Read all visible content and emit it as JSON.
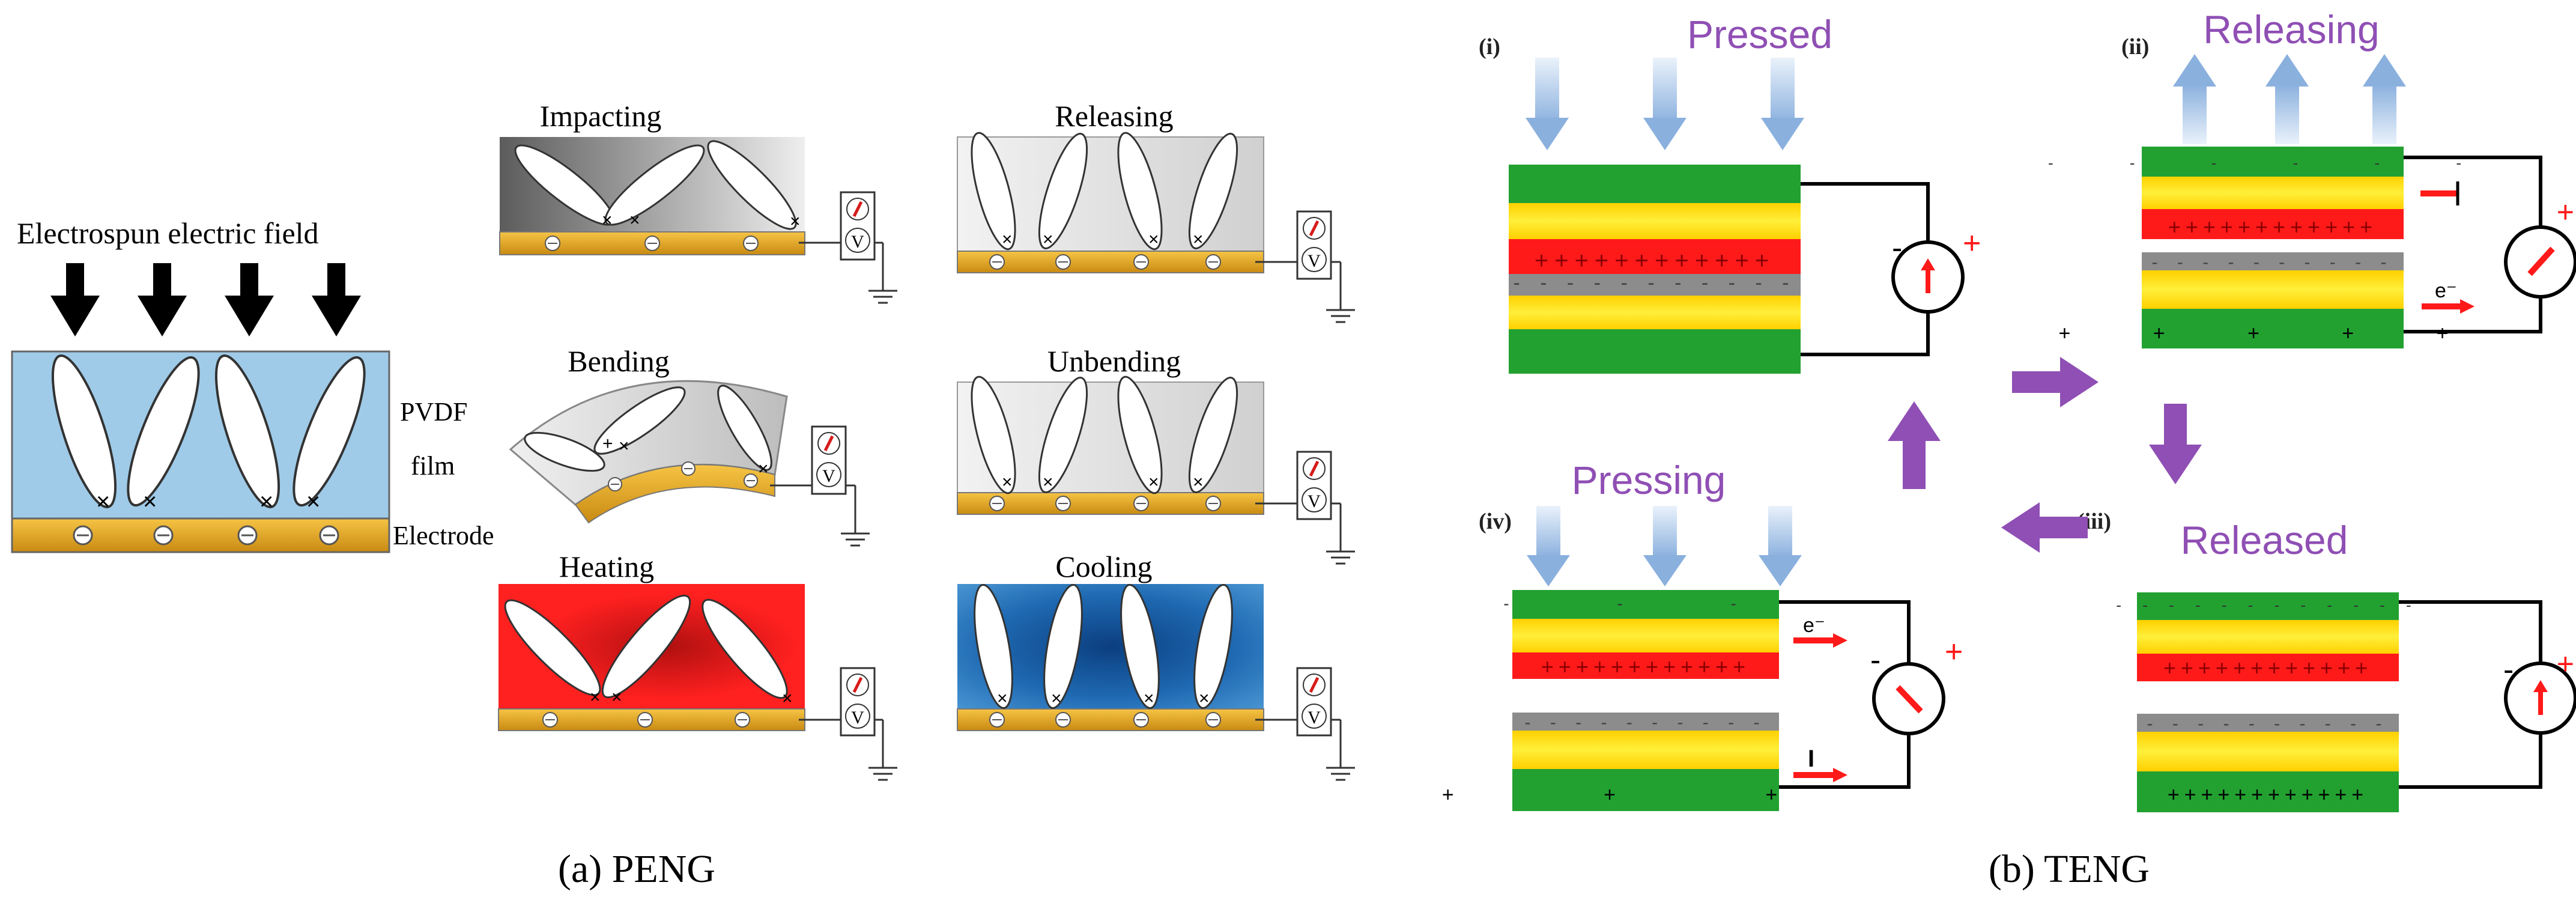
{
  "colors": {
    "purple": "#8f4fb4",
    "red": "#ff1a1a",
    "green": "#22a131",
    "yellow": "#ffe400",
    "electrode": "#e0a020",
    "film_blue": "#9fcbe8",
    "gray": "#8c8c8c"
  },
  "peng": {
    "caption": "(a)  PENG",
    "field_label": "Electrospun electric field",
    "film_label_1": "PVDF",
    "film_label_2": "film",
    "electrode_label": "Electrode",
    "states": {
      "impacting": "Impacting",
      "releasing": "Releasing",
      "bending": "Bending",
      "unbending": "Unbending",
      "heating": "Heating",
      "cooling": "Cooling"
    },
    "meter_label": "V"
  },
  "teng": {
    "caption": "(b)  TENG",
    "panels": {
      "i": {
        "num": "(i)",
        "title": "Pressed"
      },
      "ii": {
        "num": "(ii)",
        "title": "Releasing"
      },
      "iii": {
        "num": "(iii)",
        "title": "Released"
      },
      "iv": {
        "num": "(iv)",
        "title": "Pressing"
      }
    },
    "electron_label": "e⁻",
    "current_label": "I"
  }
}
